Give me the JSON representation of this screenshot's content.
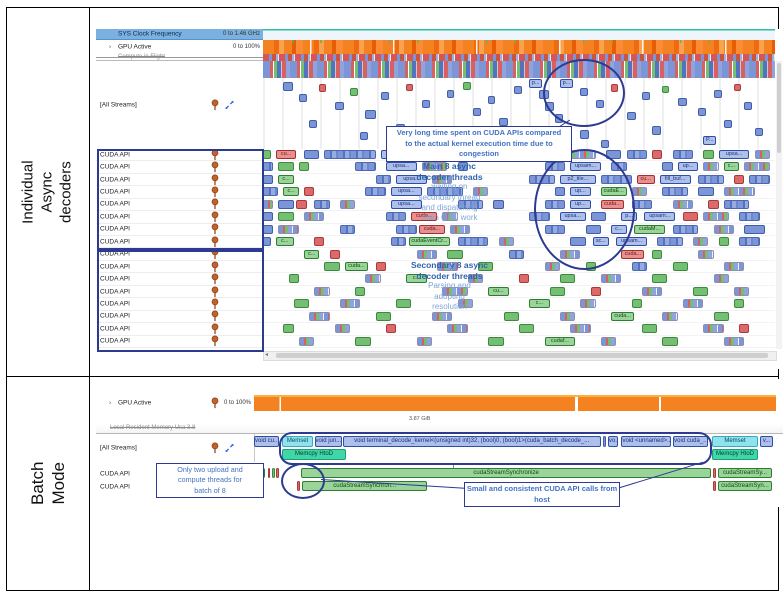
{
  "side_labels": {
    "top": "Individual\nAsync\ndecoders",
    "bottom": "Batch Mode"
  },
  "colors": {
    "accent_navy": "#2c3a92",
    "annotation_blue": "#4472c4",
    "gpu_orange": "#f58220",
    "bar_blue": "#7c95d6",
    "bar_green": "#74bf74",
    "bar_red": "#dd6a6a",
    "memset_cyan": "#8fe3ef",
    "memcpy_teal": "#3fd6a8",
    "selected_row_blue": "#7ab1e0"
  },
  "top_panel": {
    "header_rows": [
      {
        "label": "SYS Clock Frequency",
        "value": "0 to 1.46 GHz"
      },
      {
        "label": "GPU Active",
        "value": "0 to 100%",
        "expander": "›"
      },
      {
        "label": "Compute in Flight",
        "value": ""
      }
    ],
    "all_streams_label": "[All Streams]",
    "cuda_row_label": "CUDA API",
    "annotations": {
      "congestion": "Very long time spent on CUDA APIs compared\nto the actual kernel execution time due to congestion",
      "main_bold": "Main 8 async\ndecoder threads",
      "main_rest": "waiting on\nsecondary thread\nand dispatching\nmain GPU work",
      "secondary_bold": "Secondary 8 async\ndecoder threads",
      "secondary_rest": "Parsing and\nadopting\nresolution"
    },
    "scatter_blocks": [
      [
        4,
        4,
        8,
        7,
        "b"
      ],
      [
        7,
        16,
        6,
        6,
        "b"
      ],
      [
        11,
        6,
        5,
        6,
        "r"
      ],
      [
        14,
        24,
        7,
        6,
        "b"
      ],
      [
        17,
        10,
        6,
        6,
        "g"
      ],
      [
        20,
        32,
        9,
        7,
        "b"
      ],
      [
        23,
        14,
        6,
        6,
        "b"
      ],
      [
        26,
        46,
        7,
        7,
        "b"
      ],
      [
        28,
        6,
        5,
        5,
        "r"
      ],
      [
        31,
        22,
        6,
        6,
        "b"
      ],
      [
        33,
        56,
        8,
        7,
        "b"
      ],
      [
        36,
        12,
        5,
        6,
        "b"
      ],
      [
        39,
        4,
        6,
        6,
        "g"
      ],
      [
        41,
        30,
        6,
        6,
        "b"
      ],
      [
        44,
        18,
        5,
        6,
        "b"
      ],
      [
        46,
        40,
        7,
        6,
        "b"
      ],
      [
        49,
        8,
        6,
        6,
        "b"
      ],
      [
        48,
        54,
        6,
        6,
        "b"
      ],
      [
        43,
        62,
        7,
        6,
        "b"
      ],
      [
        29,
        62,
        6,
        6,
        "b"
      ],
      [
        19,
        54,
        6,
        6,
        "b"
      ],
      [
        9,
        42,
        6,
        6,
        "b"
      ],
      [
        52,
        1,
        11,
        7,
        "lbl",
        "p..."
      ],
      [
        58,
        1,
        11,
        7,
        "lbl",
        "p..."
      ],
      [
        54,
        12,
        8,
        7,
        "b"
      ],
      [
        55,
        24,
        7,
        7,
        "b"
      ],
      [
        57,
        36,
        6,
        7,
        "b"
      ],
      [
        54,
        48,
        6,
        6,
        "g"
      ],
      [
        56,
        58,
        7,
        6,
        "b"
      ],
      [
        62,
        10,
        6,
        6,
        "b"
      ],
      [
        62,
        52,
        7,
        7,
        "b"
      ],
      [
        65,
        22,
        6,
        6,
        "b"
      ],
      [
        66,
        62,
        6,
        6,
        "b"
      ],
      [
        68,
        6,
        5,
        6,
        "r"
      ],
      [
        71,
        34,
        7,
        6,
        "b"
      ],
      [
        74,
        14,
        6,
        6,
        "b"
      ],
      [
        76,
        48,
        7,
        7,
        "b"
      ],
      [
        78,
        8,
        5,
        5,
        "g"
      ],
      [
        81,
        20,
        7,
        6,
        "b"
      ],
      [
        86,
        58,
        11,
        7,
        "lbl",
        "P..."
      ],
      [
        85,
        30,
        6,
        6,
        "b"
      ],
      [
        88,
        12,
        6,
        6,
        "b"
      ],
      [
        90,
        42,
        6,
        6,
        "b"
      ],
      [
        92,
        6,
        5,
        5,
        "r"
      ],
      [
        94,
        24,
        6,
        6,
        "b"
      ],
      [
        96,
        50,
        6,
        6,
        "b"
      ]
    ],
    "cuda_rows": [
      [
        [
          0,
          1.5,
          "g"
        ],
        [
          2.5,
          4,
          "rp",
          "cu..."
        ],
        [
          8,
          3,
          "b"
        ],
        [
          12,
          10,
          "cb"
        ],
        [
          23,
          6,
          "bp",
          "upsa..."
        ],
        [
          30,
          9,
          "cb"
        ],
        [
          41,
          4,
          "cm"
        ],
        [
          46,
          3.5,
          "gp",
          "c..."
        ],
        [
          51,
          6,
          "cb"
        ],
        [
          59,
          6,
          "cm"
        ],
        [
          67,
          3,
          "b"
        ],
        [
          71,
          4,
          "cb"
        ],
        [
          76,
          2,
          "r"
        ],
        [
          80,
          4,
          "cb"
        ],
        [
          86,
          2,
          "g"
        ],
        [
          89,
          6,
          "bp",
          "upsa..."
        ],
        [
          96,
          3,
          "cm"
        ]
      ],
      [
        [
          0,
          2,
          "cb"
        ],
        [
          3,
          3,
          "g"
        ],
        [
          7,
          2,
          "g"
        ],
        [
          18,
          4,
          "cb"
        ],
        [
          24,
          6,
          "bp",
          "upsa..."
        ],
        [
          31,
          5,
          "cm"
        ],
        [
          38,
          2,
          "b"
        ],
        [
          55,
          4,
          "cb"
        ],
        [
          60,
          6,
          "bp",
          "upsam..."
        ],
        [
          68,
          3,
          "cb"
        ],
        [
          78,
          2,
          "b"
        ],
        [
          81,
          4,
          "bp",
          "up..."
        ],
        [
          86,
          3,
          "cm"
        ],
        [
          90,
          3,
          "gp",
          "c..."
        ],
        [
          94,
          5,
          "cm"
        ]
      ],
      [
        [
          0,
          2,
          "b"
        ],
        [
          3,
          3,
          "gp",
          "c..."
        ],
        [
          22,
          3,
          "cb"
        ],
        [
          26,
          6,
          "bp",
          "upsa..."
        ],
        [
          33,
          4,
          "cm"
        ],
        [
          52,
          5,
          "cb"
        ],
        [
          58,
          7,
          "bp",
          "p2_tile..."
        ],
        [
          66,
          6,
          "cb"
        ],
        [
          73,
          3.5,
          "rp",
          "cu..."
        ],
        [
          77.5,
          6,
          "bp",
          "fill_buf..."
        ],
        [
          85,
          5,
          "cb"
        ],
        [
          92,
          2,
          "r"
        ],
        [
          95,
          4,
          "cb"
        ]
      ],
      [
        [
          0,
          3,
          "cb"
        ],
        [
          4,
          3,
          "gp",
          "c..."
        ],
        [
          8,
          2,
          "r"
        ],
        [
          20,
          4,
          "cb"
        ],
        [
          25,
          6,
          "bp",
          "upsa..."
        ],
        [
          32,
          7,
          "cb"
        ],
        [
          41,
          3,
          "cm"
        ],
        [
          57,
          2,
          "b"
        ],
        [
          60,
          4,
          "bp",
          "up..."
        ],
        [
          66,
          5,
          "gp",
          "cudaE..."
        ],
        [
          72,
          3,
          "cm"
        ],
        [
          78,
          5,
          "cb"
        ],
        [
          85,
          3,
          "b"
        ],
        [
          90,
          6,
          "cm"
        ]
      ],
      [
        [
          0,
          2,
          "cm"
        ],
        [
          3,
          3,
          "b"
        ],
        [
          6.5,
          2,
          "r"
        ],
        [
          10,
          3,
          "cb"
        ],
        [
          15,
          3,
          "cm"
        ],
        [
          25,
          6,
          "bp",
          "upsa..."
        ],
        [
          38,
          5,
          "cb"
        ],
        [
          45,
          2,
          "b"
        ],
        [
          55,
          4,
          "cb"
        ],
        [
          60,
          4,
          "bp",
          "up..."
        ],
        [
          66,
          4.5,
          "rp",
          "cuda..."
        ],
        [
          72,
          4,
          "cb"
        ],
        [
          80,
          4,
          "cm"
        ],
        [
          87,
          2,
          "r"
        ],
        [
          90,
          5,
          "cb"
        ]
      ],
      [
        [
          0,
          2,
          "b"
        ],
        [
          3,
          3,
          "g"
        ],
        [
          8,
          4,
          "cm"
        ],
        [
          24,
          4,
          "cb"
        ],
        [
          29,
          5,
          "rp",
          "cuda..."
        ],
        [
          35,
          3,
          "cm"
        ],
        [
          52,
          4,
          "cb"
        ],
        [
          58,
          5,
          "bp",
          "upsa..."
        ],
        [
          64,
          3,
          "b"
        ],
        [
          70,
          3,
          "bp",
          "p..."
        ],
        [
          74.5,
          6,
          "bp",
          "upsam..."
        ],
        [
          82,
          3,
          "r"
        ],
        [
          86,
          5,
          "cm"
        ],
        [
          93,
          4,
          "cb"
        ]
      ],
      [
        [
          0,
          2,
          "b"
        ],
        [
          3,
          4,
          "cm"
        ],
        [
          15,
          3,
          "cb"
        ],
        [
          26,
          4,
          "cb"
        ],
        [
          30.5,
          5,
          "rp",
          "cuda..."
        ],
        [
          36.5,
          4,
          "cm"
        ],
        [
          55,
          4,
          "cb"
        ],
        [
          63,
          3,
          "b"
        ],
        [
          68,
          3,
          "bp",
          "c..."
        ],
        [
          72.5,
          6,
          "gp",
          "cudaM..."
        ],
        [
          80,
          5,
          "cb"
        ],
        [
          88,
          4,
          "cm"
        ],
        [
          94,
          4,
          "b"
        ]
      ],
      [
        [
          0,
          1.5,
          "b"
        ],
        [
          2.5,
          3.5,
          "gp",
          "c..."
        ],
        [
          10,
          2,
          "r"
        ],
        [
          25,
          3,
          "cb"
        ],
        [
          28.5,
          8,
          "gp",
          "cudaEventCr..."
        ],
        [
          38,
          6,
          "cb"
        ],
        [
          46,
          3,
          "cm"
        ],
        [
          60,
          3,
          "b"
        ],
        [
          64.5,
          3,
          "bp",
          "sc..."
        ],
        [
          69,
          6,
          "bp",
          "upsam..."
        ],
        [
          77,
          5,
          "cb"
        ],
        [
          84,
          3,
          "cm"
        ],
        [
          89,
          2,
          "g"
        ],
        [
          93,
          4,
          "cb"
        ]
      ],
      [
        [
          8,
          3,
          "gp",
          "c..."
        ],
        [
          13,
          2,
          "r"
        ],
        [
          30,
          4,
          "cm"
        ],
        [
          36,
          3,
          "g"
        ],
        [
          48,
          3,
          "cb"
        ],
        [
          58,
          4,
          "cm"
        ],
        [
          70,
          4.5,
          "rp",
          "cuda..."
        ],
        [
          76,
          2,
          "g"
        ],
        [
          85,
          3,
          "cm"
        ]
      ],
      [
        [
          12,
          3,
          "g"
        ],
        [
          16,
          4.5,
          "gp",
          "cuda..."
        ],
        [
          22,
          2,
          "r"
        ],
        [
          34,
          4,
          "cm"
        ],
        [
          42,
          3,
          "g"
        ],
        [
          55,
          3,
          "cm"
        ],
        [
          63,
          2,
          "g"
        ],
        [
          72,
          3,
          "cb"
        ],
        [
          80,
          3,
          "g"
        ],
        [
          90,
          4,
          "cm"
        ]
      ],
      [
        [
          5,
          2,
          "g"
        ],
        [
          20,
          3,
          "cm"
        ],
        [
          28,
          4,
          "gp",
          "c..."
        ],
        [
          40,
          3,
          "cm"
        ],
        [
          50,
          2,
          "r"
        ],
        [
          58,
          3,
          "g"
        ],
        [
          66,
          4,
          "cm"
        ],
        [
          76,
          3,
          "g"
        ],
        [
          88,
          3,
          "cm"
        ]
      ],
      [
        [
          10,
          3,
          "cm"
        ],
        [
          18,
          2,
          "g"
        ],
        [
          35,
          5,
          "cm"
        ],
        [
          44,
          4,
          "gp",
          "cu..."
        ],
        [
          56,
          3,
          "g"
        ],
        [
          64,
          2,
          "r"
        ],
        [
          74,
          4,
          "cm"
        ],
        [
          84,
          3,
          "g"
        ],
        [
          92,
          3,
          "cm"
        ]
      ],
      [
        [
          6,
          3,
          "g"
        ],
        [
          15,
          4,
          "cm"
        ],
        [
          26,
          3,
          "g"
        ],
        [
          38,
          3,
          "cm"
        ],
        [
          52,
          4,
          "gp",
          "c..."
        ],
        [
          62,
          3,
          "cm"
        ],
        [
          72,
          2,
          "g"
        ],
        [
          82,
          4,
          "cm"
        ],
        [
          92,
          2,
          "g"
        ]
      ],
      [
        [
          9,
          4,
          "cm"
        ],
        [
          22,
          3,
          "g"
        ],
        [
          33,
          4,
          "cm"
        ],
        [
          47,
          3,
          "g"
        ],
        [
          58,
          3,
          "cm"
        ],
        [
          68,
          4.5,
          "gp",
          "cuda..."
        ],
        [
          78,
          3,
          "cm"
        ],
        [
          88,
          3,
          "g"
        ]
      ],
      [
        [
          4,
          2,
          "g"
        ],
        [
          14,
          3,
          "cm"
        ],
        [
          24,
          2,
          "r"
        ],
        [
          36,
          4,
          "cm"
        ],
        [
          50,
          3,
          "g"
        ],
        [
          60,
          4,
          "cm"
        ],
        [
          74,
          3,
          "g"
        ],
        [
          86,
          4,
          "cm"
        ],
        [
          93,
          2,
          "r"
        ]
      ],
      [
        [
          7,
          3,
          "cm"
        ],
        [
          18,
          3,
          "g"
        ],
        [
          30,
          3,
          "cm"
        ],
        [
          44,
          3,
          "g"
        ],
        [
          55,
          6,
          "gp",
          "cudaf..."
        ],
        [
          66,
          3,
          "cm"
        ],
        [
          78,
          3,
          "g"
        ],
        [
          90,
          4,
          "cm"
        ]
      ]
    ]
  },
  "bottom_panel": {
    "gpu_row": {
      "label": "GPU Active",
      "value": "0 to 100%",
      "expander": "›"
    },
    "ruler_value": "3.87 GiB",
    "memory_row_label": "Local Resident Memory Usa 3.8",
    "all_streams_label": "[All Streams]",
    "cuda_row_label": "CUDA API",
    "annotations": {
      "only_two": "Only two upload and\ncompute threads for\nbatch of 8",
      "small_consistent": "Small and consistent CUDA API calls from host"
    },
    "streams_rowA": [
      [
        0,
        4.8,
        "bp",
        "void cu..."
      ],
      [
        5.3,
        6.1,
        "cp",
        "Memset"
      ],
      [
        11.6,
        5.2,
        "bp",
        "void jun..."
      ],
      [
        17,
        49.4,
        "bp",
        "void terminal_decode_kernel<(unsigned int)32, (bool)0, (bool)1>(cuda_batch_decode_..."
      ],
      [
        66.8,
        0.7,
        "b"
      ],
      [
        67.8,
        2,
        "bp",
        "vo..."
      ],
      [
        70.4,
        9.4,
        "bp",
        "void <unnamed>..."
      ],
      [
        80.3,
        6.6,
        "bp",
        "void cuda_..."
      ],
      [
        87.8,
        8.7,
        "cp",
        "Memset"
      ],
      [
        96.9,
        2.6,
        "bp",
        "v..."
      ]
    ],
    "streams_rowB": [
      [
        5.3,
        12.4,
        "tp",
        "Memcpy HtoD"
      ],
      [
        87.8,
        8.7,
        "tp",
        "Memcpy HtoD"
      ]
    ],
    "cuda_row1": [
      [
        0,
        2.2,
        "gp",
        "cudaStr..."
      ],
      [
        2.6,
        0.5,
        "r"
      ],
      [
        3.4,
        0.6,
        "g"
      ],
      [
        4.3,
        0.5,
        "r"
      ],
      [
        9,
        78.6,
        "gp",
        "cudaStreamSynchronize"
      ],
      [
        88,
        0.6,
        "r"
      ],
      [
        88.9,
        10.3,
        "gp",
        "cudaStreamSy..."
      ]
    ],
    "cuda_row2": [
      [
        8.3,
        0.6,
        "r"
      ],
      [
        9.2,
        24,
        "gp",
        "cudaStreamSynchron..."
      ],
      [
        88,
        0.6,
        "r"
      ],
      [
        88.9,
        10.3,
        "gp",
        "cudaStreamSyn..."
      ]
    ]
  }
}
